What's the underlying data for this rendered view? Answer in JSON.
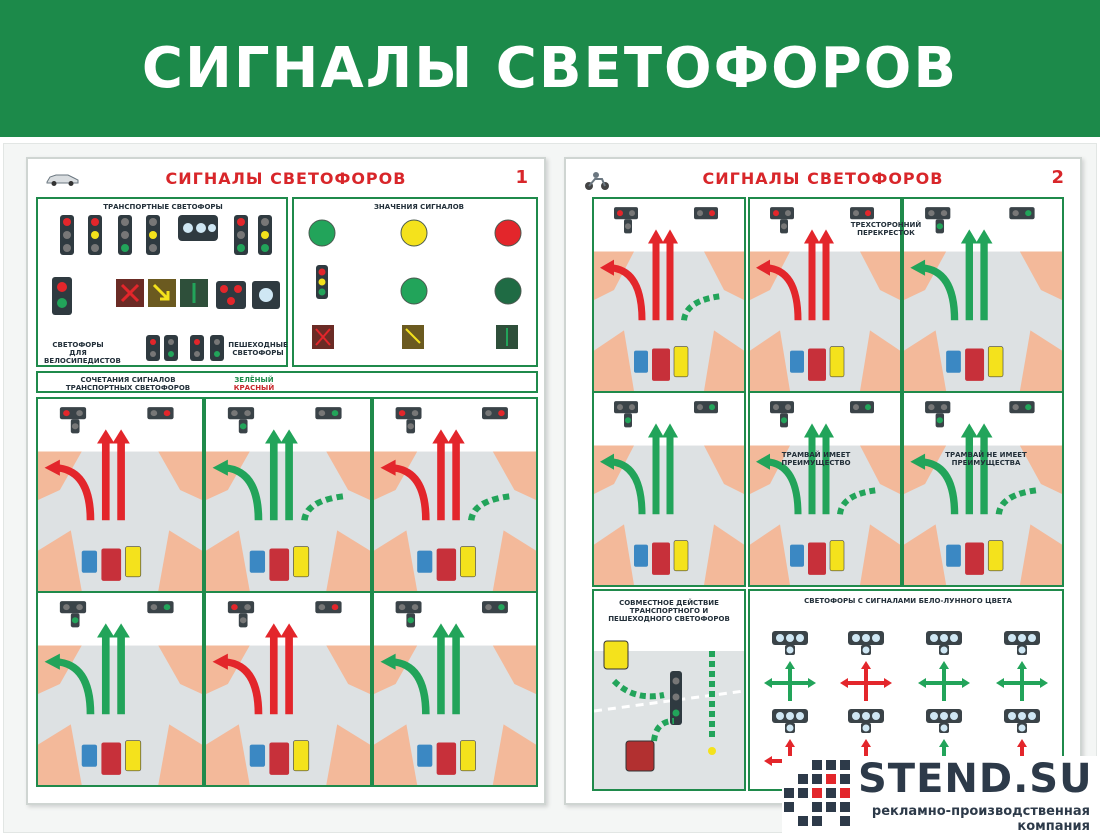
{
  "header": {
    "title": "СИГНАЛЫ СВЕТОФОРОВ"
  },
  "poster1": {
    "title": "СИГНАЛЫ СВЕТОФОРОВ",
    "number": "1",
    "section_transport": "ТРАНСПОРТНЫЕ СВЕТОФОРЫ",
    "section_meaning": "ЗНАЧЕНИЯ СИГНАЛОВ",
    "section_bike": "СВЕТОФОРЫ ДЛЯ ВЕЛОСИПЕДИСТОВ",
    "section_pedestrian": "ПЕШЕХОДНЫЕ СВЕТОФОРЫ",
    "section_combo": "СОЧЕТАНИЯ СИГНАЛОВ ТРАНСПОРТНЫХ СВЕТОФОРОВ",
    "allowed": "ЗЕЛЁНЫЙ",
    "prohibited": "КРАСНЫЙ"
  },
  "poster2": {
    "title": "СИГНАЛЫ СВЕТОФОРОВ",
    "number": "2",
    "three_way": "ТРЕХСТОРОННИЙ ПЕРЕКРЕСТОК",
    "priority_1": "ТРАМВАЙ ИМЕЕТ ПРЕИМУЩЕСТВО",
    "priority_2": "ТРАМВАЙ НЕ ИМЕЕТ ПРЕИМУЩЕСТВА",
    "joint_action": "СОВМЕСТНОЕ ДЕЙСТВИЕ ТРАНСПОРТНОГО И ПЕШЕХОДНОГО СВЕТОФОРОВ",
    "lunar": "СВЕТОФОРЫ С СИГНАЛАМИ БЕЛО-ЛУННОГО ЦВЕТА"
  },
  "logo": {
    "brand": "STEND.SU",
    "tagline_1": "рекламно-производственная",
    "tagline_2": "компания"
  },
  "colors": {
    "header_green": "#1c8a4a",
    "frame_green": "#1f8a4b",
    "title_red": "#d8262a",
    "signal_red": "#e3262b",
    "signal_yellow": "#f4e21c",
    "signal_green": "#22a45a"
  }
}
